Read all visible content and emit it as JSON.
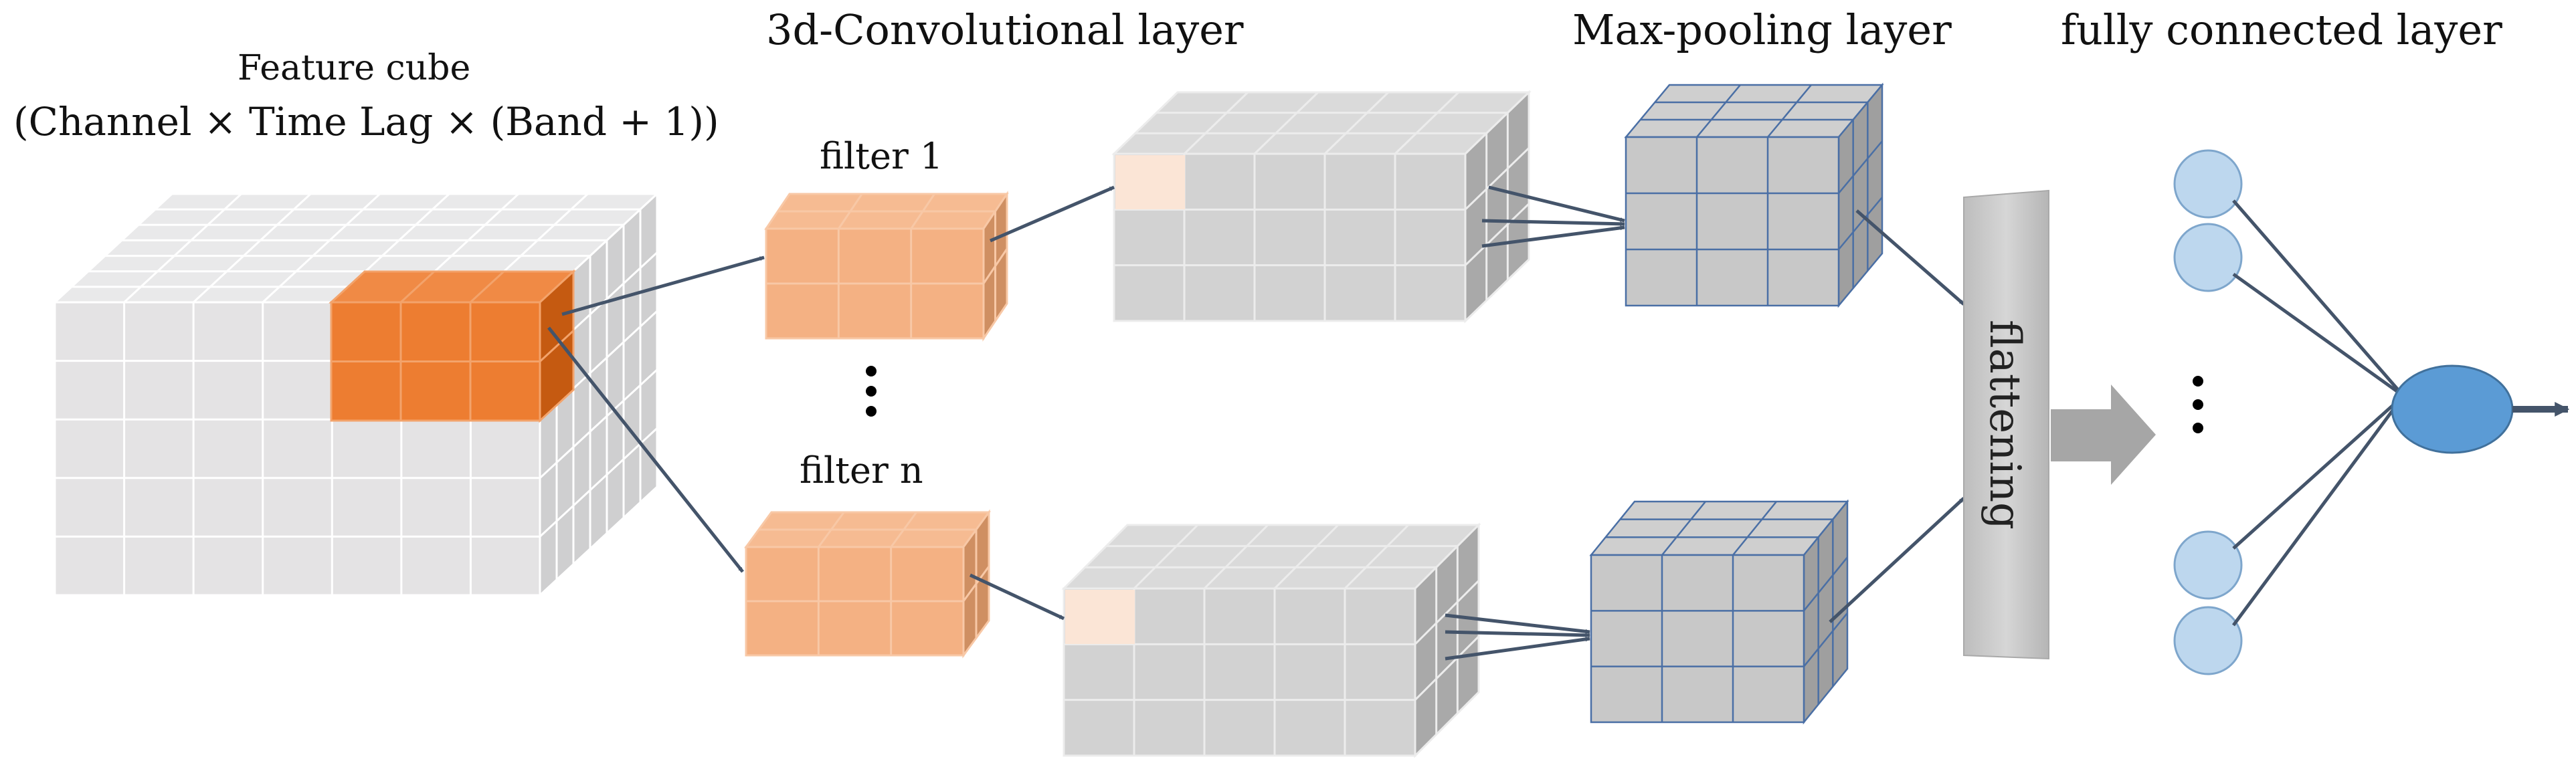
{
  "labels": {
    "feature_cube_title": "Feature cube",
    "feature_cube_dims": "(Channel  × Time Lag  × (Band + 1))",
    "conv_layer": "3d-Convolutional layer",
    "pool_layer": "Max-pooling layer",
    "fc_layer": "fully connected  layer",
    "filter_1": "filter 1",
    "filter_n": "filter n",
    "flattening": "flattening"
  },
  "colors": {
    "cube_face": "#e4e3e4",
    "cube_grid": "#ffffff",
    "kernel_highlight": "#ed7d31",
    "filter_face": "#f4b183",
    "conv_face": "#d2d2d2",
    "pool_face": "#c8c8c8",
    "pool_grid": "#4a6fa5",
    "neuron": "#bdd7ee",
    "neuron_out": "#5b9bd5",
    "arrow": "#44546a",
    "flatten_bar": "#c9c9c9"
  }
}
